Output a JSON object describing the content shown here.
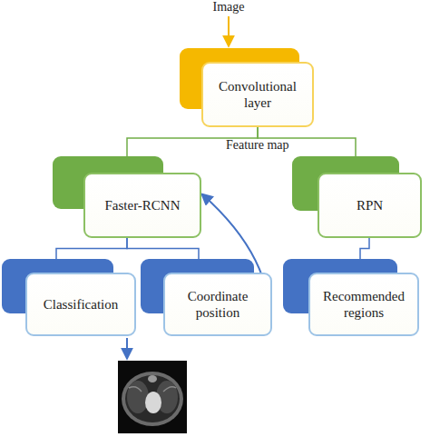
{
  "diagram": {
    "nodes": [
      {
        "text": [
          "Convolutional layer"
        ]
      },
      {
        "text": [
          "Faster-RCNN"
        ]
      },
      {
        "text": [
          "RPN"
        ]
      },
      {
        "text": [
          "Classification"
        ]
      },
      {
        "text": [
          "Coordinate position"
        ]
      },
      {
        "text": [
          "Recommended regions"
        ]
      }
    ],
    "edges": [
      {
        "from": 0,
        "to": 1,
        "arrow": "none"
      },
      {
        "from": 0,
        "to": 2,
        "arrow": "none"
      },
      {
        "from": 1,
        "to": 3,
        "arrow": "none"
      },
      {
        "from": 1,
        "to": 4,
        "arrow": "none"
      },
      {
        "from": 2,
        "to": 5,
        "arrow": "none"
      },
      {
        "from": 4,
        "to": 1,
        "arrow": "to"
      }
    ],
    "labels": [
      "Image",
      "Feature map"
    ]
  }
}
